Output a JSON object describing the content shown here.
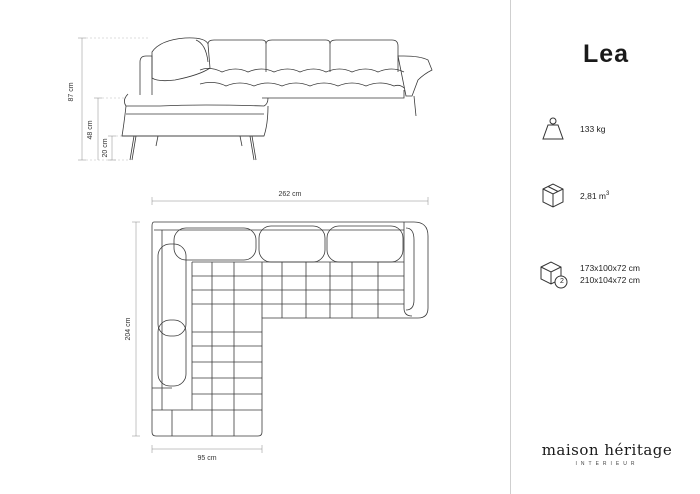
{
  "product": {
    "name": "Lea"
  },
  "specs": {
    "weight": {
      "icon": "weight-icon",
      "value": "133 kg"
    },
    "volume": {
      "icon": "box-icon",
      "value": "2,81 m",
      "unit_exp": "3"
    },
    "packages": {
      "icon": "packages-icon",
      "count": "2",
      "line1": "173x100x72 cm",
      "line2": "210x104x72 cm"
    }
  },
  "dimensions": {
    "side_height_total": "87 cm",
    "side_seat_height": "48 cm",
    "side_leg_height": "20 cm",
    "top_width": "262 cm",
    "top_depth": "204 cm",
    "top_chaise_width": "95 cm"
  },
  "brand": {
    "name": "maison héritage",
    "sub": "INTERIEUR"
  },
  "colors": {
    "line": "#3a3a3a",
    "divider": "#cfcfcf",
    "text": "#222222"
  }
}
